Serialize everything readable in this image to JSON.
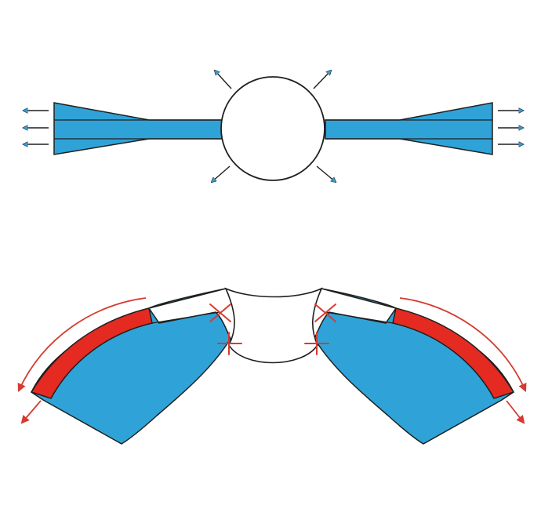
{
  "colors": {
    "background": "#ffffff",
    "blue_fill": "#2fa3d8",
    "red_fill": "#e52a22",
    "outline": "#1f1f1f",
    "blue_arrow": "#2f9fd6",
    "red_arrow": "#d63a30",
    "cut_mark": "#d63a30"
  },
  "panels": [
    {
      "id": "top",
      "state": "flat strip with central circle under radial tension"
    },
    {
      "id": "bottom",
      "state": "strip bent downward with red outer edge and cut marks"
    }
  ],
  "icons": [
    "arrow-left-icon",
    "arrow-right-icon",
    "arrow-diagonal-icon",
    "curved-arrow-icon",
    "cross-mark-icon"
  ]
}
